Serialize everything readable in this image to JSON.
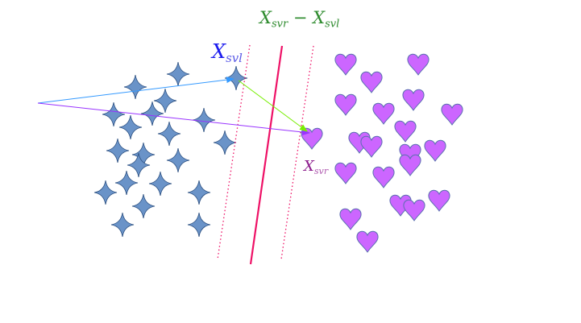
{
  "labels": {
    "difference": {
      "x1": "X",
      "sub1": "svr",
      "op": " − ",
      "x2": "X",
      "sub2": "svl"
    },
    "support_vector_left": {
      "x": "X",
      "sub": "svl"
    },
    "support_vector_right": {
      "x": "X",
      "sub": "svr"
    }
  },
  "colors": {
    "hyperplane": "#ee1166",
    "margin": "#ee1166",
    "vector_svl": "#3399ff",
    "vector_svr": "#9933ff",
    "difference_vector": "#77ee00",
    "star_fill": "#6a93c8",
    "heart_fill": "#cc66ff"
  },
  "class_stars_count": 21,
  "class_hearts_count": 21
}
